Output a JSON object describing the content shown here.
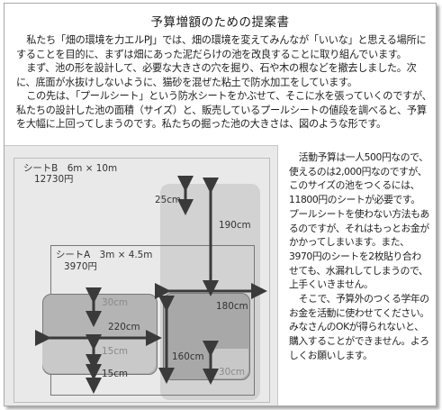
{
  "title": "予算増額のための提案書",
  "intro": {
    "p1": "私たち「畑の環境を力エルPJ」では、畑の環境を変えてみんなが「いいな」と思える場所にすることを目的に、まずは畑にあった泥だらけの池を改良することに取り組んでいます。",
    "p2": "まず、池の形を設計して、必要な大きさの穴を掘り、石や木の根などを撤去しました。次に、底面が水抜けしないように、猫砂を混ぜた粘土で防水加工をしています。",
    "p3": "この先は、「プールシート」という防水シートをかぶせて、そこに水を張っていくのですが、私たちの設計した池の面積（サイズ）と、販売しているプールシートの値段を調べると、予算を大幅に上回ってしまうのです。私たちの掘った池の大きさは、図のような形です。"
  },
  "diagram": {
    "sheet_b": {
      "name": "シートB　6m × 10m",
      "price": "12730円"
    },
    "sheet_a": {
      "name": "シートA　3m × 4.5m",
      "price": "3970円"
    },
    "dims": {
      "d25": "25cm",
      "d190": "190cm",
      "d180": "180cm",
      "d30_left": "30cm",
      "d220": "220cm",
      "d15_a": "15cm",
      "d15_b": "15cm",
      "d160": "160cm",
      "d30_right": "30cm"
    }
  },
  "side": {
    "p1": "活動予算は一人500円なので、使えるのは2,000円なのですが、このサイズの池をつくるには、11800円のシートが必要です。プールシートを使わない方法もあるのですが、それはもっとお金がかかってしまいます。また、3970円のシートを2枚貼り合わせても、水漏れしてしまうので、上手くいきません。",
    "p2": "そこで、予算外のつくる学年のお金を活動に使わせてください。みなさんのOKが得られないと、購入することができません。よろしくお願いします。"
  }
}
